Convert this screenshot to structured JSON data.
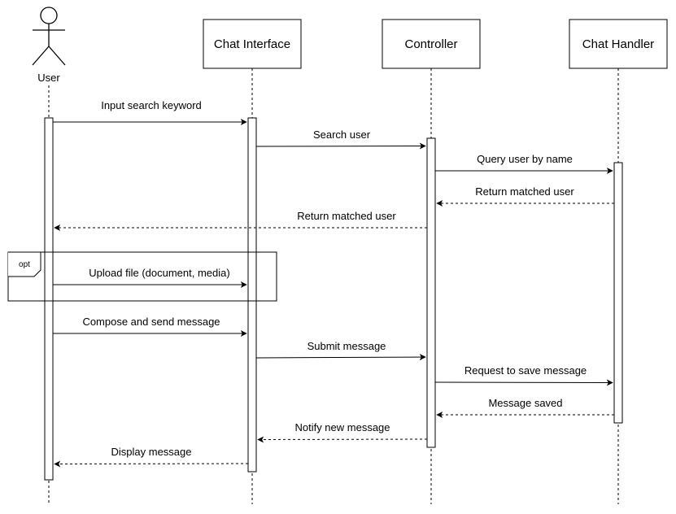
{
  "actor": {
    "name": "User"
  },
  "participants": [
    {
      "id": "chat_interface",
      "label": "Chat Interface"
    },
    {
      "id": "controller",
      "label": "Controller"
    },
    {
      "id": "chat_handler",
      "label": "Chat Handler"
    }
  ],
  "fragment": {
    "operator": "opt"
  },
  "messages": [
    {
      "from": "user",
      "to": "chat_interface",
      "label": "Input search keyword",
      "kind": "sync"
    },
    {
      "from": "chat_interface",
      "to": "controller",
      "label": "Search user",
      "kind": "sync"
    },
    {
      "from": "controller",
      "to": "chat_handler",
      "label": "Query user by name",
      "kind": "sync"
    },
    {
      "from": "chat_handler",
      "to": "controller",
      "label": "Return matched user",
      "kind": "return"
    },
    {
      "from": "controller",
      "to": "user",
      "label": "Return matched user",
      "kind": "return"
    },
    {
      "from": "user",
      "to": "chat_interface",
      "label": "Upload file (document, media)",
      "kind": "sync"
    },
    {
      "from": "user",
      "to": "chat_interface",
      "label": "Compose and send message",
      "kind": "sync"
    },
    {
      "from": "chat_interface",
      "to": "controller",
      "label": "Submit message",
      "kind": "sync"
    },
    {
      "from": "controller",
      "to": "chat_handler",
      "label": "Request to save message",
      "kind": "sync"
    },
    {
      "from": "chat_handler",
      "to": "controller",
      "label": "Message saved",
      "kind": "return"
    },
    {
      "from": "controller",
      "to": "chat_interface",
      "label": "Notify new message",
      "kind": "return"
    },
    {
      "from": "chat_interface",
      "to": "user",
      "label": "Display message",
      "kind": "return"
    }
  ]
}
